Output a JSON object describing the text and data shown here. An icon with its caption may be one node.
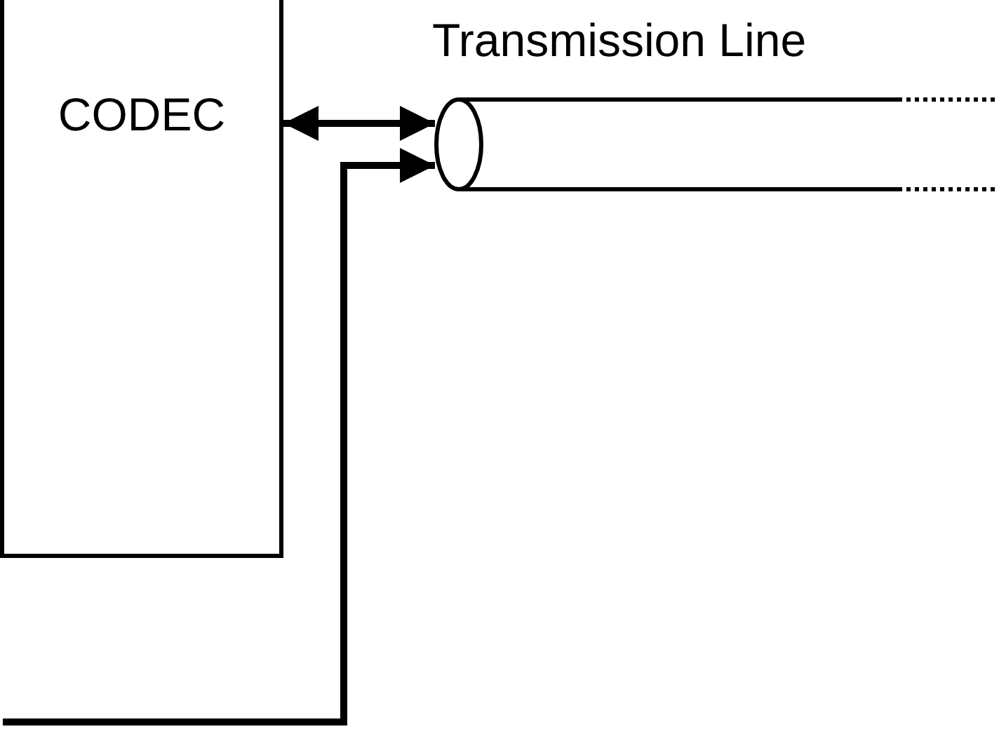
{
  "diagram": {
    "nodes": [
      {
        "text": [
          "CODEC"
        ]
      },
      {
        "text": [
          "Transmission Line"
        ]
      }
    ],
    "edges": [
      {
        "from": 0,
        "to": 1,
        "arrow": "both"
      },
      {
        "from": null,
        "to": 1,
        "arrow": "to"
      }
    ]
  }
}
